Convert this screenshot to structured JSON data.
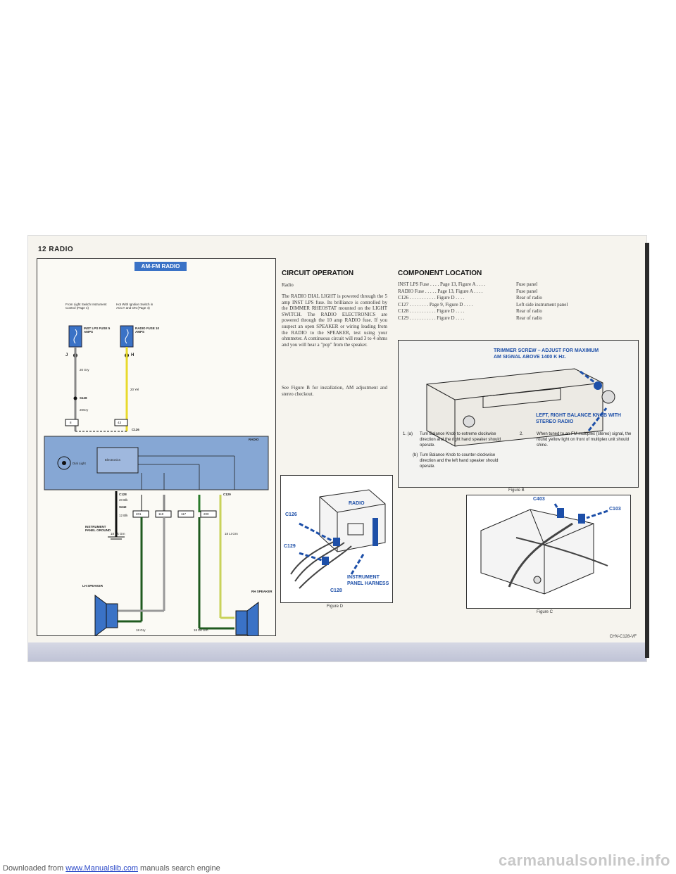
{
  "page_header": "12 RADIO",
  "diagram": {
    "title": "AM-FM RADIO",
    "left_source": "From Light Switch Instrument Control (Page 4)",
    "right_source": "Hot With Ignition Switch in ACCY and ON (Page 4)",
    "fuse_left": "INST LPS FUSE 5 AMPS",
    "fuse_right": "RADIO FUSE 10 AMPS",
    "node_j": "J",
    "node_h": "H",
    "wire_left_top": "20 Gry",
    "splice_label": "S128",
    "wire_left_bottom": "20Gry",
    "wire_right": "20 Yel",
    "conn_left": "8",
    "conn_right": "43",
    "c126": "C126",
    "radio_label": "RADIO",
    "dial_light": "Dial Light",
    "electronics": "Electronics",
    "c128": "C128",
    "c129": "C129",
    "wire_blk": "20 Blk",
    "s242": "S242",
    "wire_blk2": "12 Blk",
    "ground": "INSTRUMENT PANEL GROUND",
    "circuits": [
      "201",
      "118",
      "117",
      "200"
    ],
    "wire_dkgrn_left": "18 Dk Grn",
    "wire_ltgrn": "18 Lt Grn",
    "lh_speaker": "LH SPEAKER",
    "rh_speaker": "RH SPEAKER",
    "wire_gry_bottom": "18 Gry",
    "wire_dkgrn_bottom": "18 Dk Grn"
  },
  "circuit_operation": {
    "title": "CIRCUIT OPERATION",
    "subtitle": "Radio",
    "p1": "The RADIO DIAL LIGHT is powered through the 5 amp INST LPS fuse. Its brilliance is controlled by the DIMMER RHEOSTAT mounted on the LIGHT SWITCH. The RADIO ELECTRONICS are powered through the 10 amp RADIO fuse. If you suspect an open SPEAKER or wiring leading from the RADIO to the SPEAKER, test using your ohmmeter. A continuous circuit will read 3 to 4 ohms and you will hear a \"pop\" from the speaker.",
    "p2": "See Figure B for installation, AM adjustment and stereo checkout."
  },
  "component_location": {
    "title": "COMPONENT LOCATION",
    "rows": [
      {
        "item": "INST LPS Fuse . . . . Page 13, Figure A . . . .",
        "loc": "Fuse panel"
      },
      {
        "item": "RADIO Fuse . . . . . Page 13, Figure A . . . .",
        "loc": "Fuse panel"
      },
      {
        "item": "C126 . . . . . . . . . . . Figure D . . . .",
        "loc": "Rear of radio"
      },
      {
        "item": "C127 . . . . . . . . Page 9, Figure D . . . .",
        "loc": "Left side instrument panel"
      },
      {
        "item": "C128 . . . . . . . . . . . Figure D . . . .",
        "loc": "Rear of radio"
      },
      {
        "item": "C129 . . . . . . . . . . . Figure D . . . .",
        "loc": "Rear of radio"
      }
    ]
  },
  "figure_b": {
    "callout_top": "TRIMMER SCREW – ADJUST FOR MAXIMUM AM SIGNAL ABOVE 1400 K Hz.",
    "callout_bottom": "LEFT, RIGHT BALANCE KNOB WITH STEREO RADIO",
    "step1a_num": "1. (a)",
    "step1a": "Turn Balance Knob to extreme clockwise direction and the right hand speaker should operate.",
    "step1b_num": "(b)",
    "step1b": "Turn Balance Knob to counter-clockwise direction and the left hand speaker should operate.",
    "step2_num": "2.",
    "step2": "When tuned to an FM multiplex (stereo) signal, the round yellow light on front of multiplex unit should shine.",
    "caption": "Figure B"
  },
  "figure_d": {
    "radio": "RADIO",
    "c126": "C126",
    "c129": "C129",
    "c128": "C128",
    "harness": "INSTRUMENT PANEL HARNESS",
    "caption": "Figure D"
  },
  "figure_c": {
    "c403": "C403",
    "c103": "C103",
    "caption": "Figure C"
  },
  "doc_code": "CHV-C128-VF",
  "footer": {
    "prefix": "Downloaded from ",
    "link": "www.Manualslib.com",
    "suffix": " manuals search engine",
    "watermark": "carmanualsonline.info"
  }
}
